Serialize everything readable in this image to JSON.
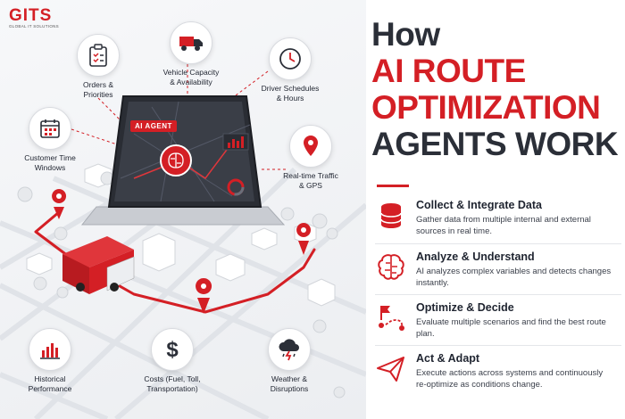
{
  "brand": {
    "logo_text": "GITS",
    "tagline": "GLOBAL IT SOLUTIONS",
    "accent_color": "#d41f25"
  },
  "title": {
    "line1": "How",
    "line2": "AI ROUTE",
    "line3": "OPTIMIZATION",
    "line4": "AGENTS WORK"
  },
  "illustration": {
    "ai_badge": "AI AGENT",
    "features": [
      {
        "icon": "clipboard-icon",
        "label": "Orders &\nPriorities"
      },
      {
        "icon": "truck-icon",
        "label": "Vehicle Capacity\n& Availability"
      },
      {
        "icon": "clock-icon",
        "label": "Driver Schedules\n& Hours"
      },
      {
        "icon": "calendar-icon",
        "label": "Customer Time\nWindows"
      },
      {
        "icon": "location-pin-icon",
        "label": "Real-time Traffic\n& GPS"
      },
      {
        "icon": "bar-chart-icon",
        "label": "Historical\nPerformance"
      },
      {
        "icon": "dollar-icon",
        "label": "Costs (Fuel, Toll,\nTransportation)"
      },
      {
        "icon": "storm-cloud-icon",
        "label": "Weather &\nDisruptions"
      }
    ]
  },
  "steps": [
    {
      "icon": "database-icon",
      "title": "Collect & Integrate Data",
      "desc": "Gather data from multiple internal and external sources in real time."
    },
    {
      "icon": "brain-icon",
      "title": "Analyze & Understand",
      "desc": "AI analyzes complex variables and detects changes instantly."
    },
    {
      "icon": "route-icon",
      "title": "Optimize & Decide",
      "desc": "Evaluate multiple scenarios and find the best route plan."
    },
    {
      "icon": "send-icon",
      "title": "Act & Adapt",
      "desc": "Execute actions across systems and continuously re-optimize as conditions change."
    }
  ]
}
